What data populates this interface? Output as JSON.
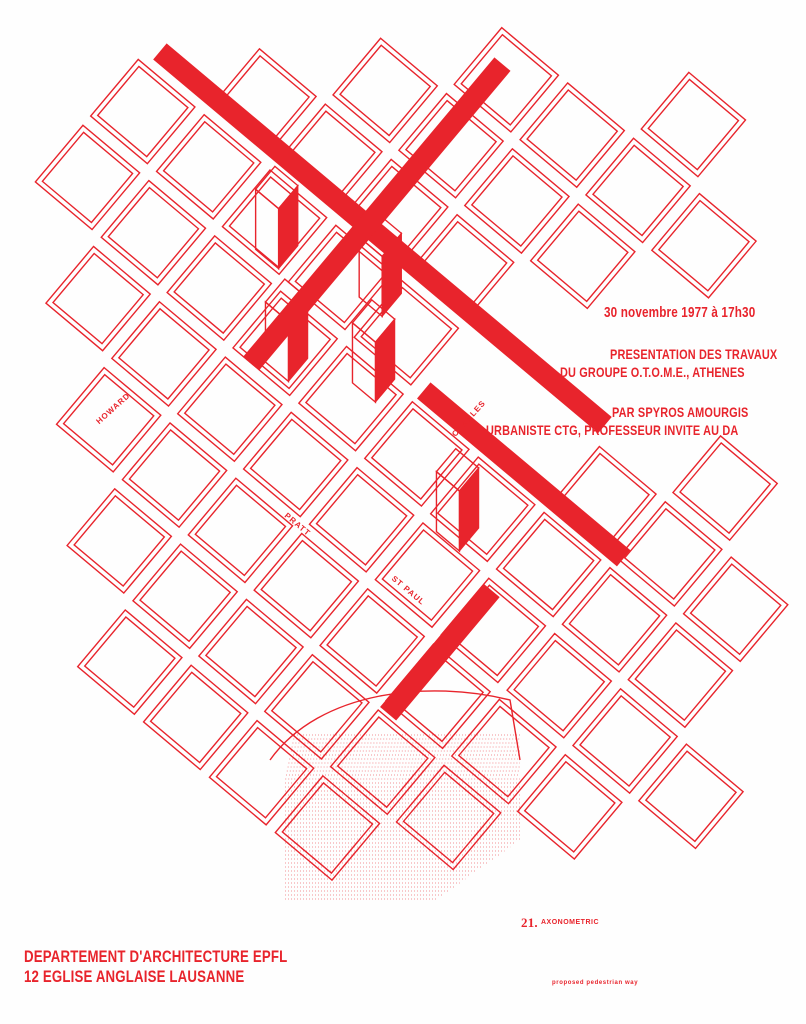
{
  "colors": {
    "accent": "#e8242c",
    "paper": "#fefefe"
  },
  "event": {
    "date": "30 novembre 1977 à 17h30",
    "line1": "PRESENTATION DES TRAVAUX",
    "line2": "DU GROUPE O.T.O.M.E., ATHENES",
    "line3": "PAR SPYROS AMOURGIS",
    "line4": "URBANISTE CTG, PROFESSEUR INVITE AU DA"
  },
  "organizer": {
    "line1": "DEPARTEMENT D'ARCHITECTURE EPFL",
    "line2": "12 EGLISE ANGLAISE LAUSANNE"
  },
  "figure": {
    "number": "21.",
    "label": "AXONOMETRIC",
    "note": "proposed pedestrian way"
  },
  "streets": {
    "howard": "HOWARD",
    "charles": "CHARLES",
    "pratt": "PRATT",
    "st_paul": "ST PAUL"
  }
}
